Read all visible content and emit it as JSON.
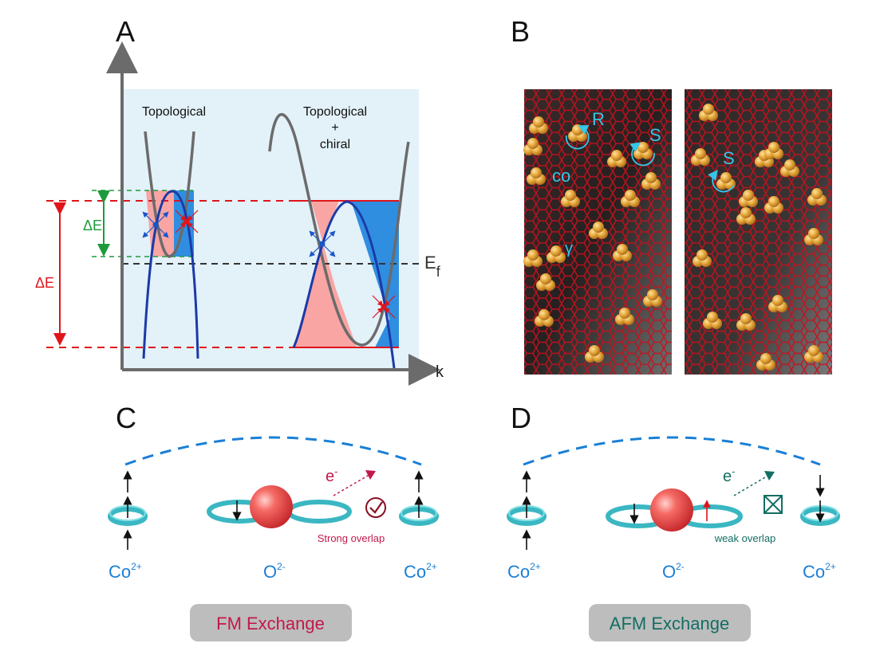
{
  "panels": {
    "a": {
      "letter": "A"
    },
    "b": {
      "letter": "B"
    },
    "c": {
      "letter": "C"
    },
    "d": {
      "letter": "D"
    }
  },
  "band_diagram": {
    "left_label": "Topological",
    "right_label_line1": "Topological",
    "right_label_line2": "+",
    "right_label_line3": "chiral",
    "delta_e_small": "ΔE",
    "delta_e_large": "ΔE",
    "fermi_label_main": "E",
    "fermi_label_sub": "f",
    "x_axis_label": "k",
    "colors": {
      "background": "#e3f1f9",
      "pink_fill": "#f8a5a3",
      "blue_fill": "#2f8ee0",
      "band_blue": "#1b3aa8",
      "band_gray": "#6b6b6b",
      "red": "#e0141b",
      "green": "#1d9b3a"
    }
  },
  "nanoparticle_images": {
    "label_R": "R",
    "label_S_left": "S",
    "label_S_right": "S",
    "label_co": "co",
    "label_gamma": "γ",
    "colors": {
      "label": "#35c6e8",
      "lattice": "#d0101e",
      "particle": "#e6a93b"
    }
  },
  "fm_panel": {
    "electron_main": "e",
    "electron_sup": "-",
    "overlap_label": "Strong overlap",
    "ion_left_main": "Co",
    "ion_left_sup": "2+",
    "ion_center_main": "O",
    "ion_center_sup": "2-",
    "ion_right_main": "Co",
    "ion_right_sup": "2+",
    "exchange_label": "FM Exchange",
    "check_icon": "check-circle-icon",
    "colors": {
      "accent": "#c2194a",
      "ion_text": "#1a7fd6",
      "ring": "#3ab7c2"
    }
  },
  "afm_panel": {
    "electron_main": "e",
    "electron_sup": "-",
    "overlap_label": "weak overlap",
    "ion_left_main": "Co",
    "ion_left_sup": "2+",
    "ion_center_main": "O",
    "ion_center_sup": "2-",
    "ion_right_main": "Co",
    "ion_right_sup": "2+",
    "exchange_label": "AFM Exchange",
    "cross_icon": "crossed-box-icon",
    "colors": {
      "accent": "#136e63",
      "ion_text": "#1a7fd6",
      "ring": "#3ab7c2"
    }
  }
}
